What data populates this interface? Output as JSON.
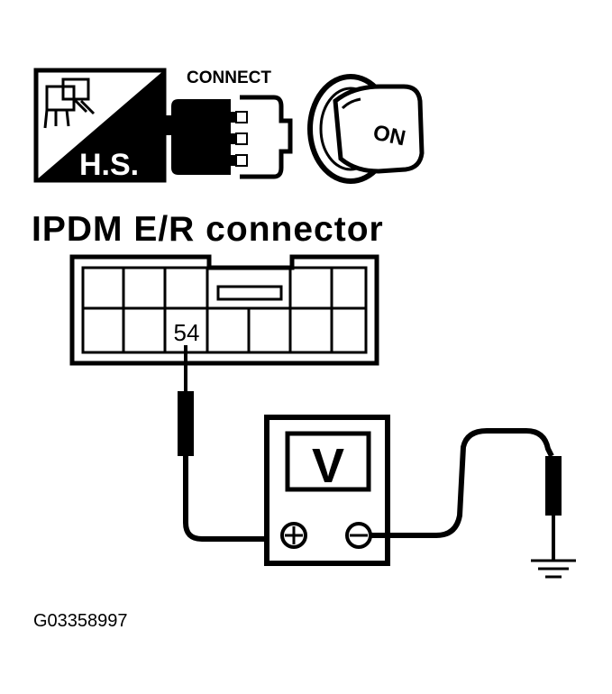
{
  "icons": {
    "hs_icon": {
      "name": "harness-switch-icon",
      "label": "H.S."
    },
    "connect_icon": {
      "name": "connect-icon",
      "label": "CONNECT"
    },
    "ignition_icon": {
      "name": "ignition-key-icon",
      "label": "ON"
    }
  },
  "connector": {
    "title": "IPDM E/R connector",
    "terminal_label": "54"
  },
  "meter": {
    "display_label": "V",
    "positive_symbol": "+",
    "negative_symbol": "−"
  },
  "figure_id": "G03358997"
}
